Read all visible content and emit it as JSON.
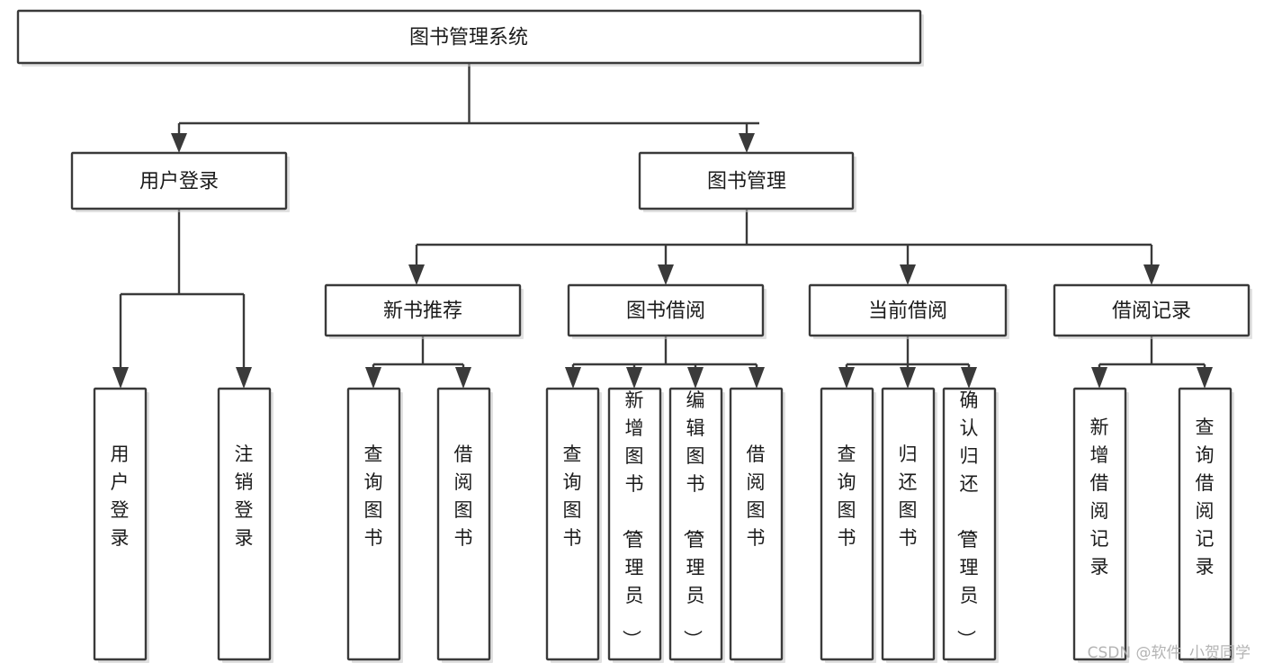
{
  "diagram": {
    "title": "图书管理系统",
    "type": "hierarchy-tree",
    "root": {
      "id": "root",
      "label": "图书管理系统",
      "orientation": "horizontal"
    },
    "level2": [
      {
        "id": "user-login",
        "label": "用户登录",
        "orientation": "horizontal"
      },
      {
        "id": "book-manage",
        "label": "图书管理",
        "orientation": "horizontal"
      }
    ],
    "level3": [
      {
        "id": "new-book-recommend",
        "label": "新书推荐",
        "orientation": "horizontal"
      },
      {
        "id": "book-borrow",
        "label": "图书借阅",
        "orientation": "horizontal"
      },
      {
        "id": "current-borrow",
        "label": "当前借阅",
        "orientation": "horizontal"
      },
      {
        "id": "borrow-record",
        "label": "借阅记录",
        "orientation": "horizontal"
      }
    ],
    "leaves": {
      "user-login": [
        {
          "id": "leaf-user-login",
          "label": "用户登录",
          "orientation": "vertical"
        },
        {
          "id": "leaf-logout",
          "label": "注销登录",
          "orientation": "vertical"
        }
      ],
      "new-book-recommend": [
        {
          "id": "leaf-query-book-1",
          "label": "查询图书",
          "orientation": "vertical"
        },
        {
          "id": "leaf-borrow-book-1",
          "label": "借阅图书",
          "orientation": "vertical"
        }
      ],
      "book-borrow": [
        {
          "id": "leaf-query-book-2",
          "label": "查询图书",
          "orientation": "vertical"
        },
        {
          "id": "leaf-add-book",
          "label": "新增图书（管理员）",
          "orientation": "vertical"
        },
        {
          "id": "leaf-edit-book",
          "label": "编辑图书（管理员）",
          "orientation": "vertical"
        },
        {
          "id": "leaf-borrow-book-2",
          "label": "借阅图书",
          "orientation": "vertical"
        }
      ],
      "current-borrow": [
        {
          "id": "leaf-query-book-3",
          "label": "查询图书",
          "orientation": "vertical"
        },
        {
          "id": "leaf-return-book",
          "label": "归还图书",
          "orientation": "vertical"
        },
        {
          "id": "leaf-confirm-return",
          "label": "确认归还（管理员）",
          "orientation": "vertical"
        }
      ],
      "borrow-record": [
        {
          "id": "leaf-add-record",
          "label": "新增借阅记录",
          "orientation": "vertical"
        },
        {
          "id": "leaf-query-record",
          "label": "查询借阅记录",
          "orientation": "vertical"
        }
      ]
    },
    "colors": {
      "stroke": "#3a3a3a",
      "fill": "#ffffff",
      "text": "#1b1b1b",
      "watermark": "#b4b4b4",
      "background": "#ffffff"
    }
  },
  "watermark": {
    "label": "CSDN @软件_小贺同学"
  }
}
